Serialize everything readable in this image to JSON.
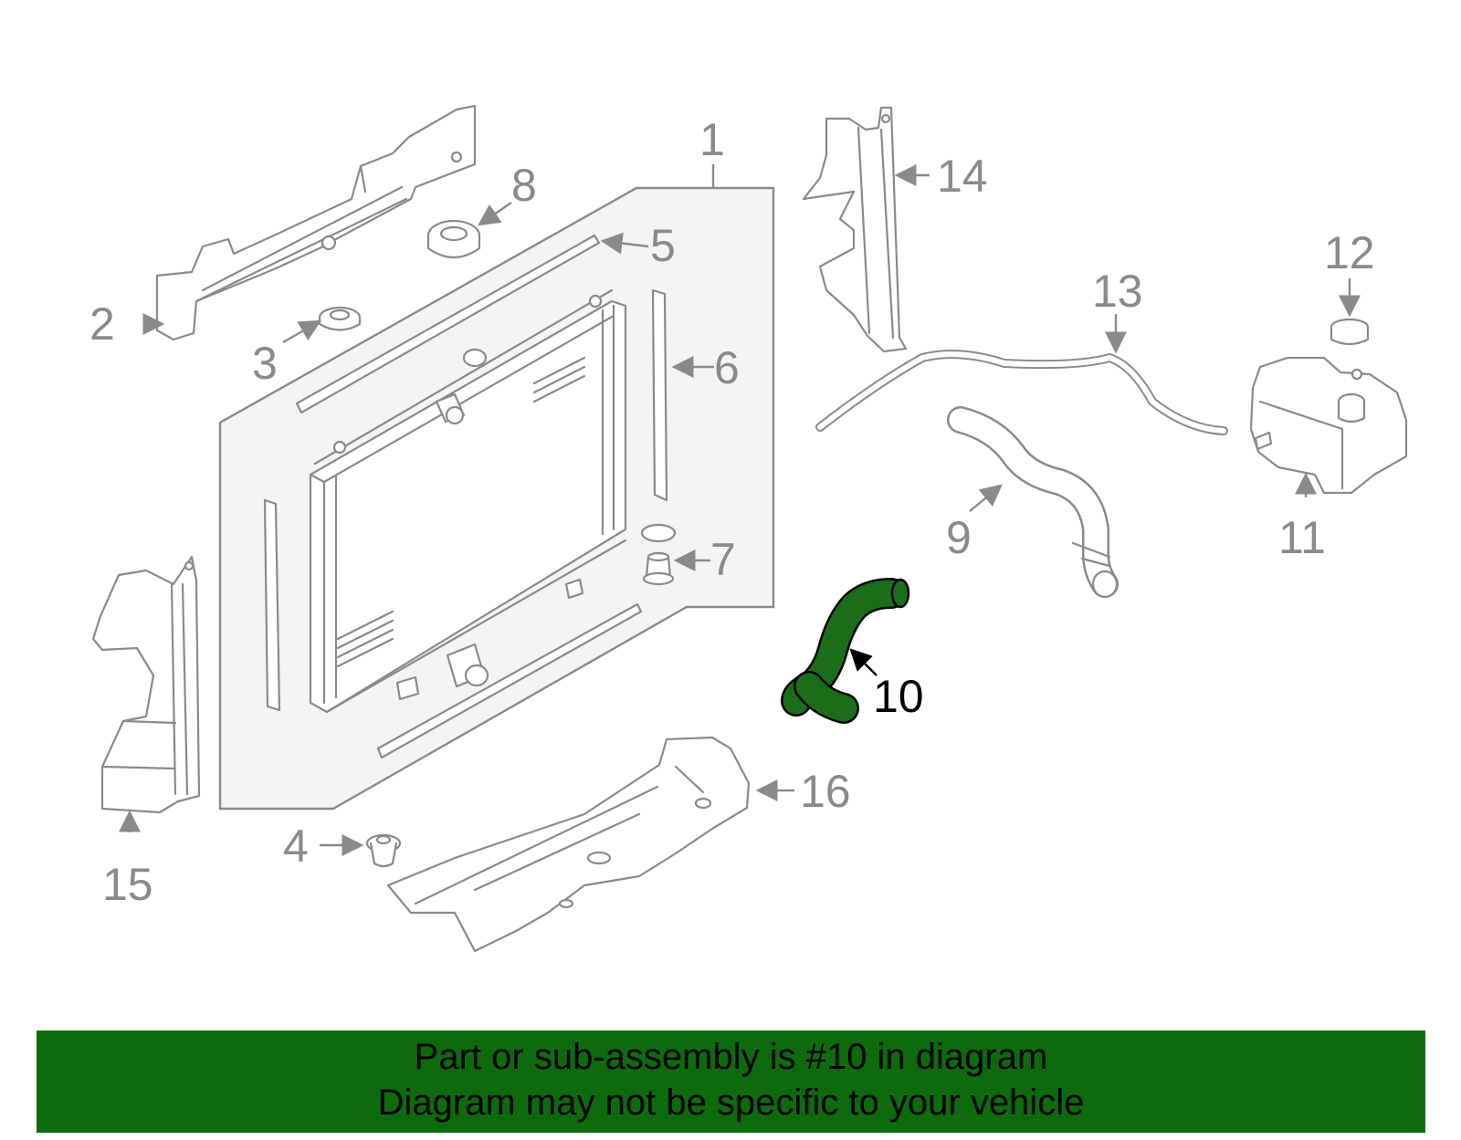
{
  "callouts": {
    "c1": "1",
    "c2": "2",
    "c3": "3",
    "c4": "4",
    "c5": "5",
    "c6": "6",
    "c7": "7",
    "c8": "8",
    "c9": "9",
    "c10": "10",
    "c11": "11",
    "c12": "12",
    "c13": "13",
    "c14": "14",
    "c15": "15",
    "c16": "16"
  },
  "highlight": {
    "part": "10",
    "color": "#1a6e1a"
  },
  "footer": {
    "line1": "Part or sub-assembly is #10 in diagram",
    "line2": "Diagram may not be specific to your vehicle",
    "background": "#0d6b0d"
  }
}
